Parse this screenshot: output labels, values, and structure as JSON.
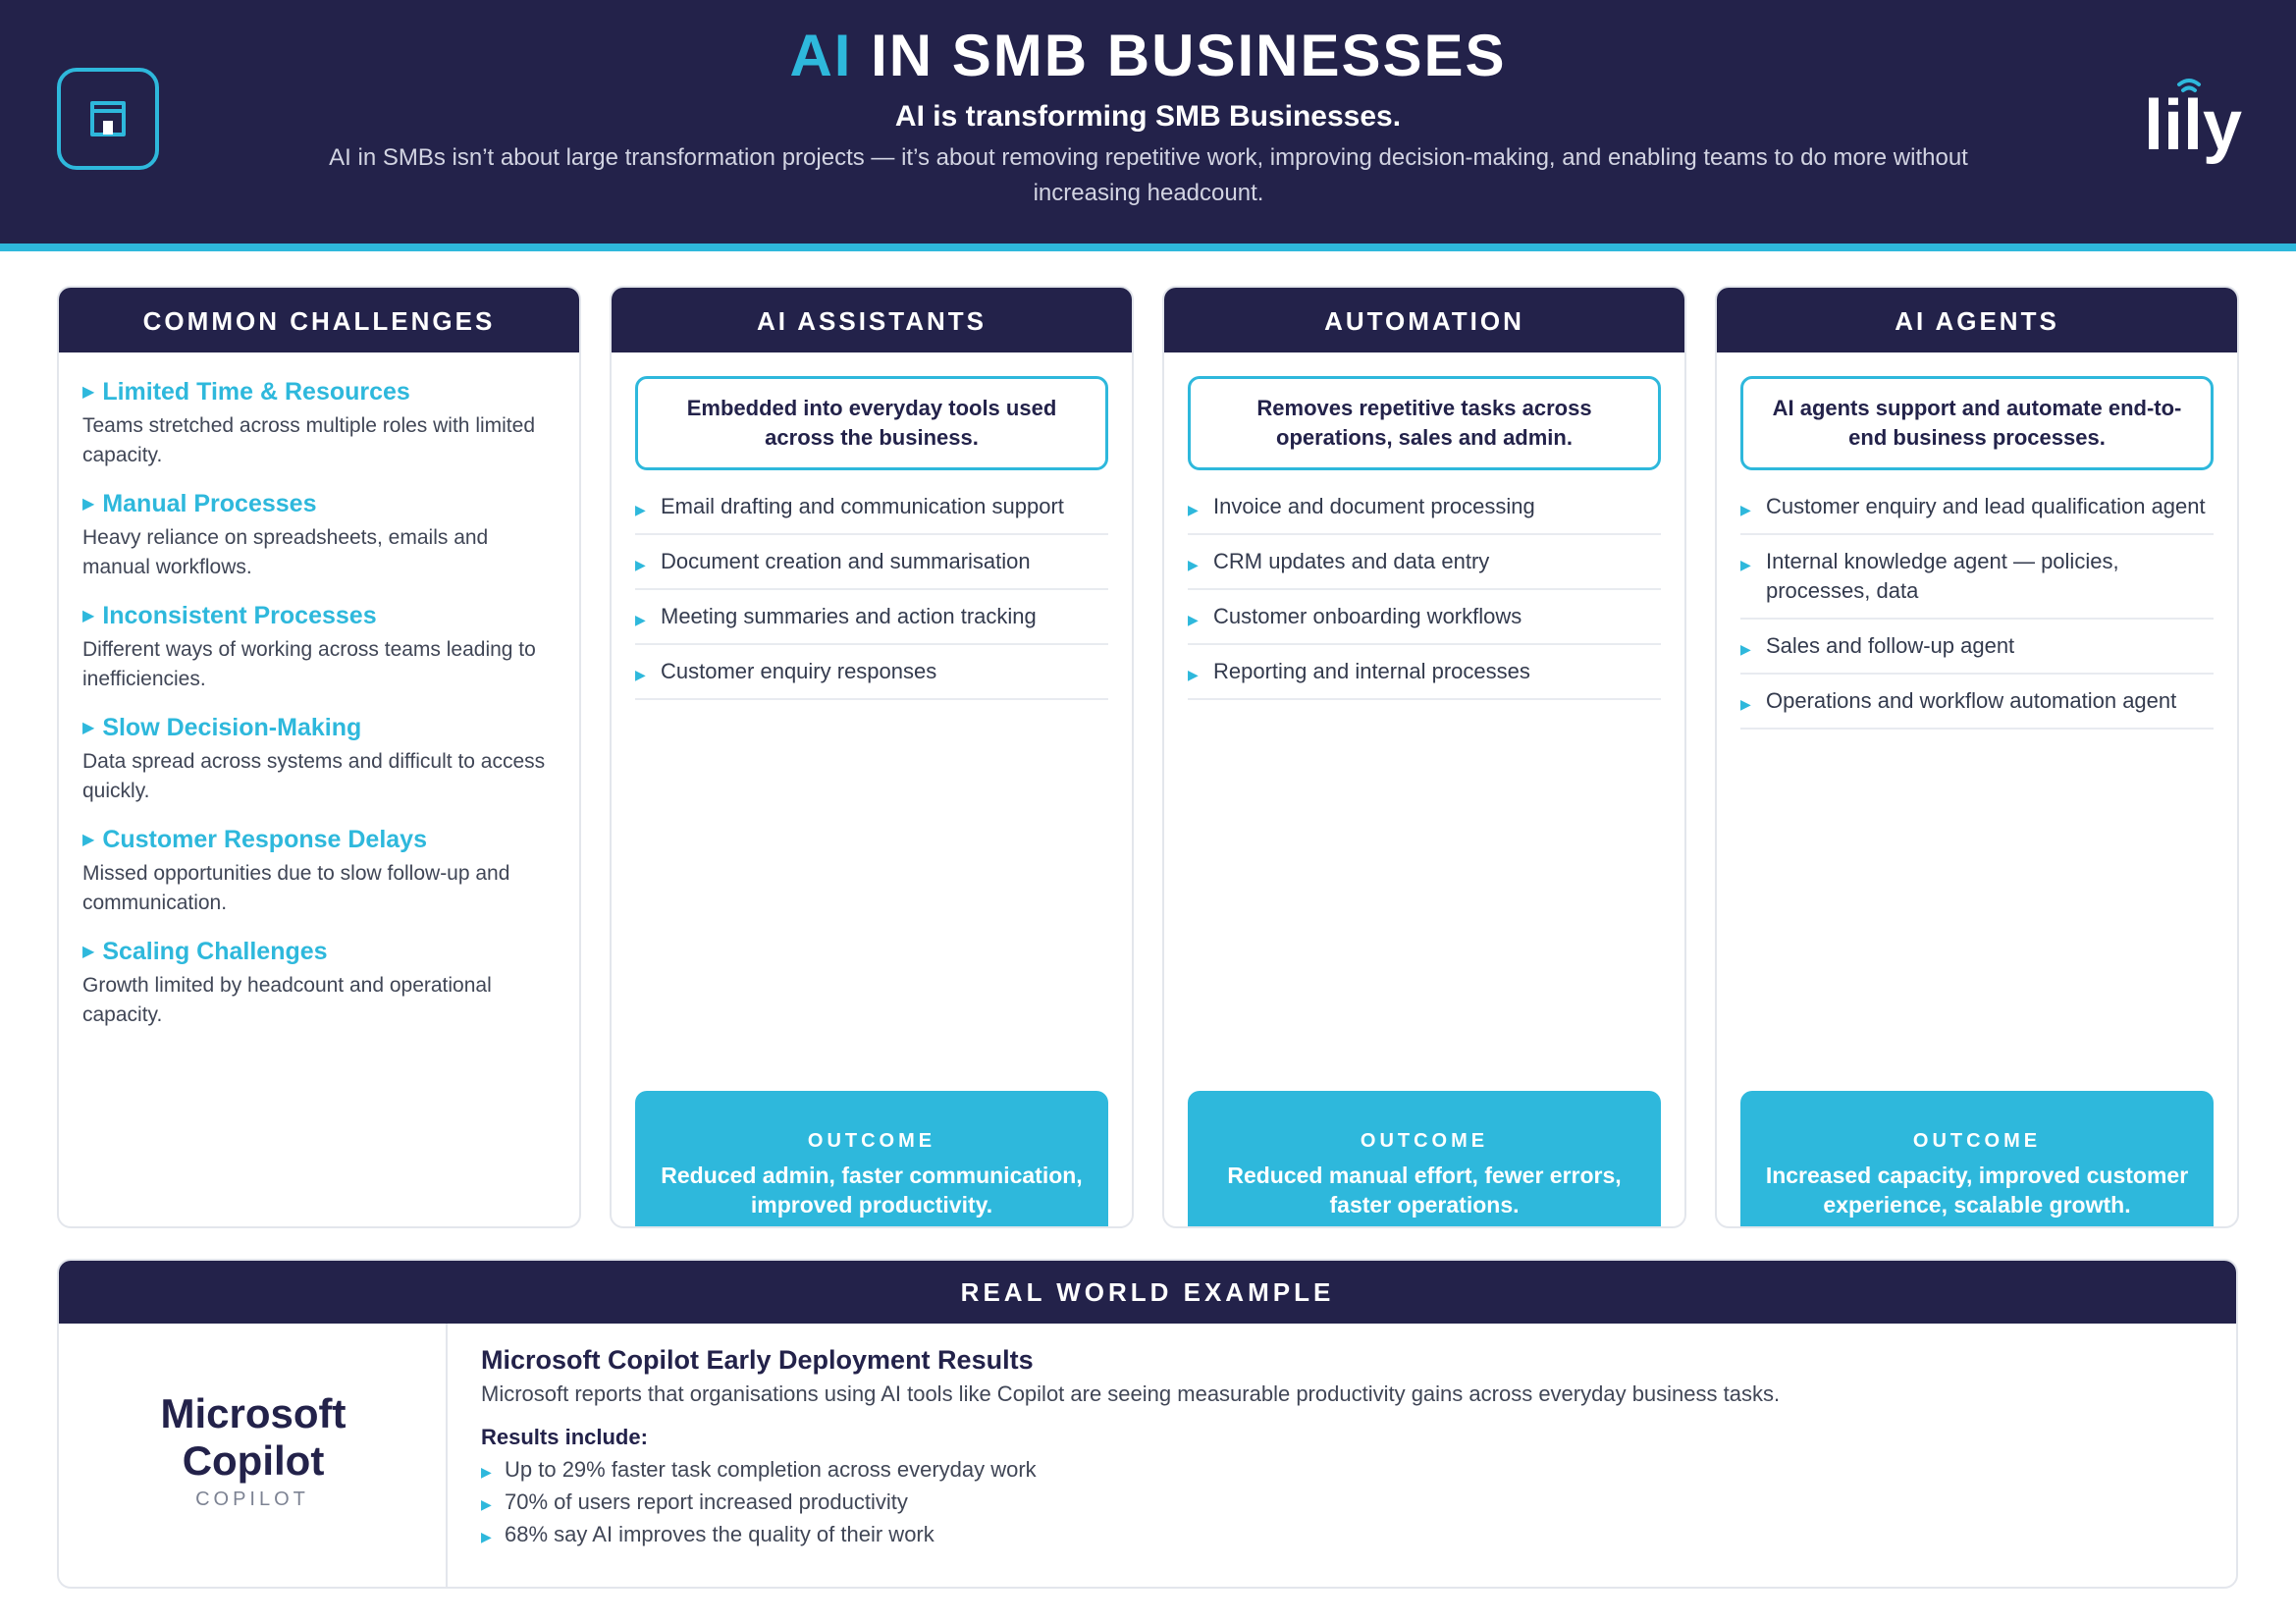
{
  "header": {
    "title_accent": "AI",
    "title_rest": " IN SMB BUSINESSES",
    "subtitle": "AI is transforming SMB Businesses.",
    "intro": "AI in SMBs isn’t about large transformation projects — it’s about removing repetitive work, improving decision-making, and enabling teams to do more without increasing headcount.",
    "brand": "lily",
    "logo_icon": "storefront-icon"
  },
  "challenges": {
    "heading": "COMMON CHALLENGES",
    "items": [
      {
        "title": "Limited Time & Resources",
        "desc": "Teams stretched across multiple roles with limited capacity."
      },
      {
        "title": "Manual Processes",
        "desc": "Heavy reliance on spreadsheets, emails and manual workflows."
      },
      {
        "title": "Inconsistent Processes",
        "desc": "Different ways of working across teams leading to inefficiencies."
      },
      {
        "title": "Slow Decision-Making",
        "desc": "Data spread across systems and difficult to access quickly."
      },
      {
        "title": "Customer Response Delays",
        "desc": "Missed opportunities due to slow follow-up and communication."
      },
      {
        "title": "Scaling Challenges",
        "desc": "Growth limited by headcount and operational capacity."
      }
    ]
  },
  "columns": [
    {
      "heading": "AI ASSISTANTS",
      "callout": "Embedded into everyday tools used across the business.",
      "bullets": [
        "Email drafting and communication support",
        "Document creation and summarisation",
        "Meeting summaries and action tracking",
        "Customer enquiry responses"
      ],
      "outcome_label": "OUTCOME",
      "outcome_text": "Reduced admin, faster communication, improved productivity."
    },
    {
      "heading": "AUTOMATION",
      "callout": "Removes repetitive tasks across operations, sales and admin.",
      "bullets": [
        "Invoice and document processing",
        "CRM updates and data entry",
        "Customer onboarding workflows",
        "Reporting and internal processes"
      ],
      "outcome_label": "OUTCOME",
      "outcome_text": "Reduced manual effort, fewer errors, faster operations."
    },
    {
      "heading": "AI AGENTS",
      "callout": "AI agents support and automate end-to-end business processes.",
      "bullets": [
        "Customer enquiry and lead qualification agent",
        "Internal knowledge agent — policies, processes, data",
        "Sales and follow-up agent",
        "Operations and workflow automation agent"
      ],
      "outcome_label": "OUTCOME",
      "outcome_text": "Increased capacity, improved customer experience, scalable growth."
    }
  ],
  "real_world": {
    "heading": "REAL WORLD EXAMPLE",
    "brand_name": "Microsoft Copilot",
    "brand_sub": "COPILOT",
    "title": "Microsoft Copilot Early Deployment Results",
    "desc": "Microsoft reports that organisations using AI tools like Copilot are seeing measurable productivity gains across everyday business tasks.",
    "results_label": "Results include:",
    "results": [
      "Up to 29% faster task completion across everyday work",
      "70% of users report increased productivity",
      "68% say AI improves the quality of their work"
    ]
  },
  "colors": {
    "navy": "#23224a",
    "accent": "#2eb8dc"
  }
}
